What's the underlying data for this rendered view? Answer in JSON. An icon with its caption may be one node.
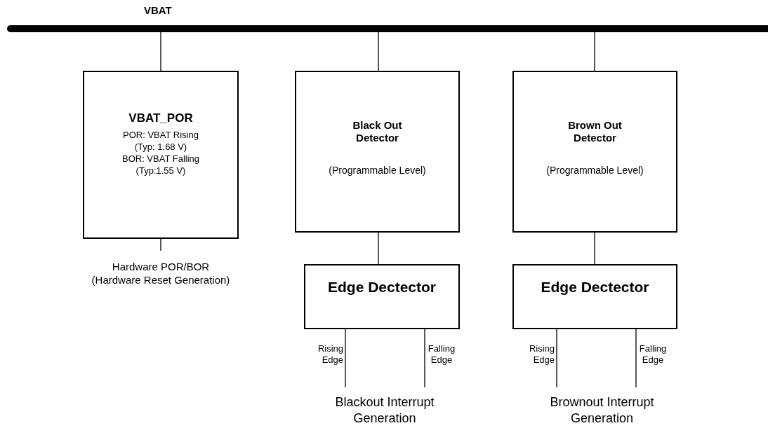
{
  "diagram": {
    "nodes": [
      {
        "text": [
          "VBAT"
        ]
      },
      {
        "text": [
          "VBAT_POR",
          "POR: VBAT Rising (Typ: 1.68 V)",
          "BOR: VBAT Falling (Typ:1.55 V)"
        ]
      },
      {
        "text": [
          "Black Out Detector",
          "(Programmable Level)"
        ]
      },
      {
        "text": [
          "Brown Out Detector",
          "(Programmable Level)"
        ]
      },
      {
        "text": [
          "Edge Dectector"
        ]
      },
      {
        "text": [
          "Edge Dectector"
        ]
      },
      {
        "text": [
          "Hardware POR/BOR",
          "(Hardware Reset Generation)"
        ]
      },
      {
        "text": [
          "Blackout Interrupt Generation"
        ]
      },
      {
        "text": [
          "Brownout Interrupt Generation"
        ]
      }
    ],
    "edges": [
      {
        "from": 0,
        "to": 1,
        "arrow": "none"
      },
      {
        "from": 0,
        "to": 2,
        "arrow": "none"
      },
      {
        "from": 0,
        "to": 3,
        "arrow": "none"
      },
      {
        "from": 1,
        "to": 6,
        "arrow": "none"
      },
      {
        "from": 2,
        "to": 4,
        "arrow": "none"
      },
      {
        "from": 3,
        "to": 5,
        "arrow": "none"
      },
      {
        "from": 4,
        "to": 7,
        "label": "Rising Edge",
        "arrow": "none"
      },
      {
        "from": 4,
        "to": 7,
        "label": "Falling Edge",
        "arrow": "none"
      },
      {
        "from": 5,
        "to": 8,
        "label": "Rising Edge",
        "arrow": "none"
      },
      {
        "from": 5,
        "to": 8,
        "label": "Falling Edge",
        "arrow": "none"
      }
    ]
  }
}
